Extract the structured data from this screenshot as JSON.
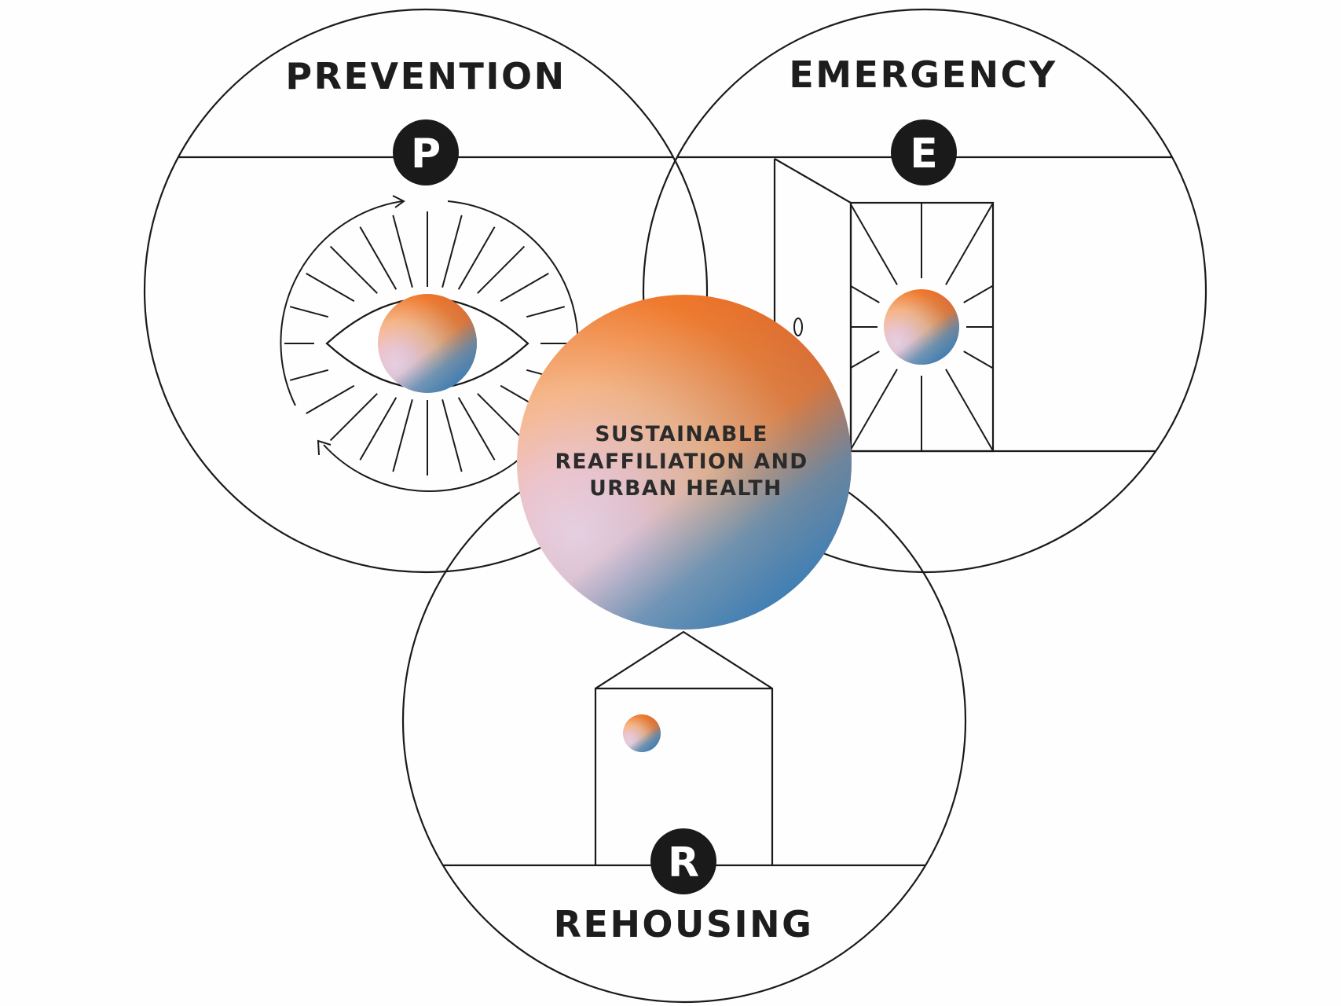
{
  "sections": {
    "prevention": {
      "title": "PREVENTION",
      "badge": "P"
    },
    "emergency": {
      "title": "EMERGENCY",
      "badge": "E"
    },
    "rehousing": {
      "title": "REHOUSING",
      "badge": "R"
    }
  },
  "center": {
    "lines": [
      "SUSTAINABLE",
      "REAFFILIATION AND",
      "URBAN HEALTH"
    ]
  },
  "colors": {
    "orange": "#ee6a24",
    "peach": "#f8c7a0",
    "pink": "#f0c6d6",
    "blue": "#4f8ab9",
    "outline": "#1a1a1a",
    "badge": "#1a1a1a"
  },
  "icons": {
    "prevention": "eye-icon",
    "emergency": "open-door-icon",
    "rehousing": "house-icon"
  }
}
